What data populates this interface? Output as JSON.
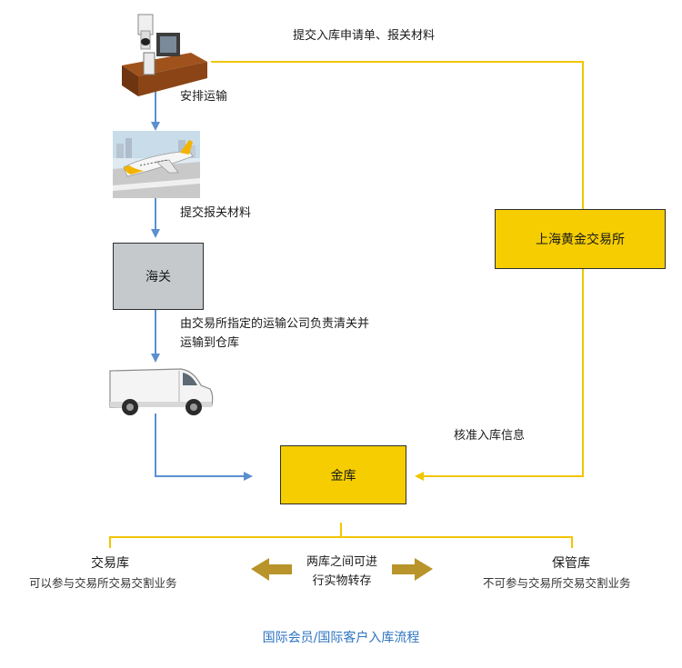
{
  "colors": {
    "gold": "#f5cd00",
    "blue_line": "#5b8fd0",
    "bracket": "#f2c500",
    "arrow_brown": "#b8942a",
    "caption": "#2e74c0"
  },
  "steps": {
    "submit_docs": "提交入库申请单、报关材料",
    "arrange_transport": "安排运输",
    "submit_customs_docs": "提交报关材料",
    "transport_note_line1": "由交易所指定的运输公司负责清关并",
    "transport_note_line2": "运输到仓库",
    "verify_info": "核准入库信息"
  },
  "nodes": {
    "customs": "海关",
    "exchange": "上海黄金交易所",
    "vault": "金库"
  },
  "icons": {
    "office": "office-desk-icon",
    "airplane": "airplane-icon",
    "van": "delivery-van-icon"
  },
  "bottom": {
    "left_title": "交易库",
    "left_desc": "可以参与交易所交易交割业务",
    "middle_line1": "两库之间可进",
    "middle_line2": "行实物转存",
    "right_title": "保管库",
    "right_desc": "不可参与交易所交易交割业务"
  },
  "caption": "国际会员/国际客户入库流程"
}
